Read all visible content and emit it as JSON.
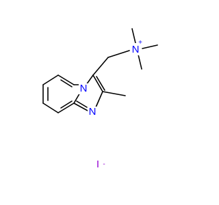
{
  "structure": {
    "quaternary_nitrogen": {
      "symbol": "N",
      "charge": "+",
      "color": "#0000ff"
    },
    "bridgehead_nitrogen": {
      "symbol": "N",
      "color": "#0000ff"
    },
    "imidazole_nitrogen": {
      "symbol": "N",
      "color": "#0000ff"
    },
    "counter_ion": {
      "symbol": "I",
      "charge": "-",
      "color": "#9400d3"
    },
    "bond_color": "#000000"
  }
}
